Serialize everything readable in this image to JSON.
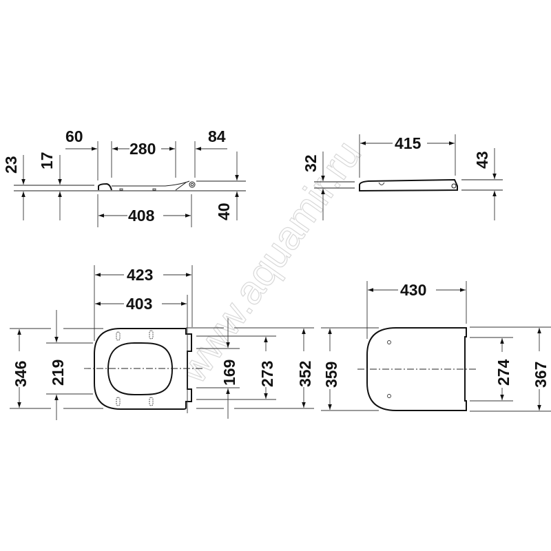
{
  "watermark": "www.aquamir.ru",
  "views": {
    "side_open": {
      "dims": {
        "offset_front": "60",
        "hinge_spacing": "280",
        "rear_offset": "84",
        "height_total": "23",
        "height_seat": "17",
        "length": "408",
        "hinge_height": "40"
      }
    },
    "side_closed": {
      "dims": {
        "length": "415",
        "height_front": "32",
        "height_rear": "43"
      }
    },
    "top_seat": {
      "dims": {
        "outer_width": "423",
        "inner_width": "403",
        "width_346": "346",
        "opening_width": "219",
        "hinge_inner": "169",
        "hinge_mid": "273",
        "outer_352": "352"
      }
    },
    "top_lid": {
      "dims": {
        "length": "430",
        "width_359": "359",
        "hinge": "274",
        "width_367": "367"
      }
    }
  }
}
